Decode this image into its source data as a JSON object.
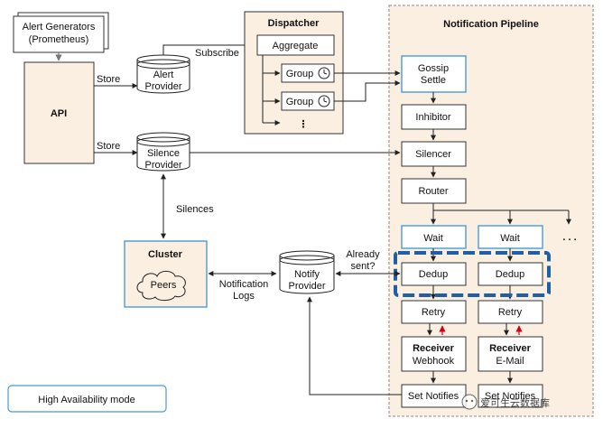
{
  "alert_generators": {
    "line1": "Alert Generators",
    "line2": "(Prometheus)"
  },
  "api": {
    "label": "API"
  },
  "store_label_1": "Store",
  "store_label_2": "Store",
  "subscribe_label": "Subscribe",
  "alert_provider": {
    "line1": "Alert",
    "line2": "Provider"
  },
  "silence_provider": {
    "line1": "Silence",
    "line2": "Provider"
  },
  "dispatcher": {
    "title": "Dispatcher",
    "aggregate": "Aggregate",
    "group1": "Group",
    "group2": "Group",
    "more": "⋮"
  },
  "pipeline": {
    "title": "Notification Pipeline",
    "gossip_line1": "Gossip",
    "gossip_line2": "Settle",
    "inhibitor": "Inhibitor",
    "silencer": "Silencer",
    "router": "Router",
    "more": ". . .",
    "col1": {
      "wait": "Wait",
      "dedup": "Dedup",
      "retry": "Retry",
      "receiver": "Receiver",
      "receiver_type": "Webhook",
      "set_notifies": "Set Notifies"
    },
    "col2": {
      "wait": "Wait",
      "dedup": "Dedup",
      "retry": "Retry",
      "receiver": "Receiver",
      "receiver_type": "E-Mail",
      "set_notifies": "Set Notifies"
    }
  },
  "silences_label": "Silences",
  "cluster": {
    "title": "Cluster",
    "peers": "Peers"
  },
  "notification_logs": {
    "line1": "Notification",
    "line2": "Logs"
  },
  "notify_provider": {
    "line1": "Notify",
    "line2": "Provider"
  },
  "already_sent": {
    "line1": "Already",
    "line2": "sent?"
  },
  "legend": {
    "ha_mode": "High Availability mode"
  },
  "watermark": "爱可生云数据库",
  "colors": {
    "panel": "#fbefe1",
    "ha_blue": "#4a9bd8",
    "dedup_highlight": "#1f5fa8",
    "retry_arrow": "#d0021b"
  }
}
